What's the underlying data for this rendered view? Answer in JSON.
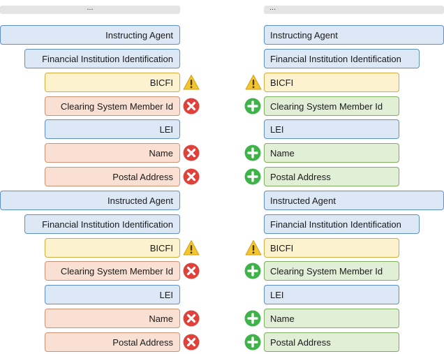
{
  "ellipsis": {
    "left": "...",
    "right": "..."
  },
  "left": {
    "instructing_agent": "Instructing Agent",
    "fi_identification_1": "Financial Institution Identification",
    "bicfi_1": "BICFI",
    "clearing_1": "Clearing System Member Id",
    "lei_1": "LEI",
    "name_1": "Name",
    "postal_1": "Postal Address",
    "instructed_agent": "Instructed Agent",
    "fi_identification_2": "Financial Institution Identification",
    "bicfi_2": "BICFI",
    "clearing_2": "Clearing System Member Id",
    "lei_2": "LEI",
    "name_2": "Name",
    "postal_2": "Postal Address"
  },
  "right": {
    "instructing_agent": "Instructing Agent",
    "fi_identification_1": "Financial Institution Identification",
    "bicfi_1": "BICFI",
    "clearing_1": "Clearing System Member Id",
    "lei_1": "LEI",
    "name_1": "Name",
    "postal_1": "Postal Address",
    "instructed_agent": "Instructed Agent",
    "fi_identification_2": "Financial Institution Identification",
    "bicfi_2": "BICFI",
    "clearing_2": "Clearing System Member Id",
    "lei_2": "LEI",
    "name_2": "Name",
    "postal_2": "Postal Address"
  },
  "colors": {
    "element": "#dce8f6",
    "changed": "#fdf2ce",
    "removed": "#fae0d2",
    "added": "#e2efd7",
    "warning_icon": "#f3c531",
    "removed_icon": "#e0413b",
    "added_icon": "#3fb34a"
  }
}
